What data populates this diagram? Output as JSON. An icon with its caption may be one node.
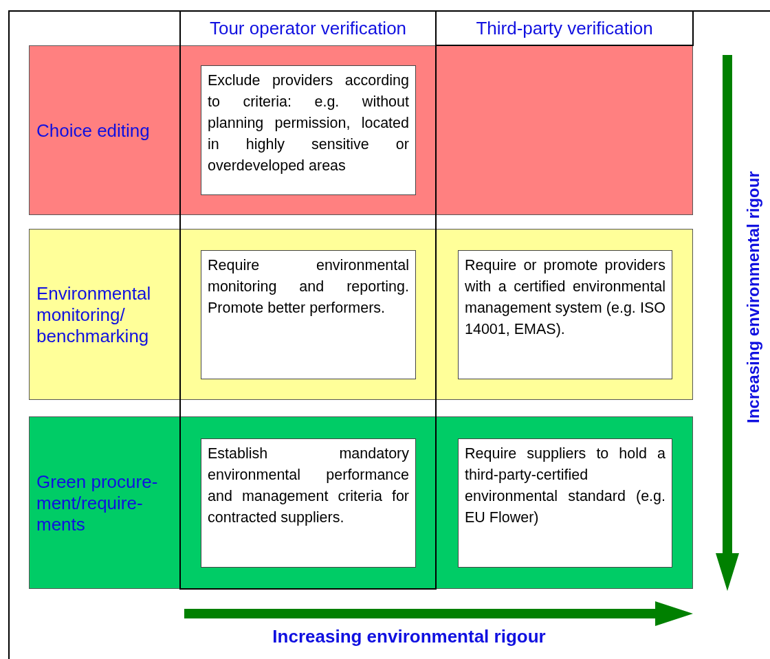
{
  "diagram": {
    "nodes": [
      {
        "text": [
          "Tour operator verification"
        ]
      },
      {
        "text": [
          "Third-party verification"
        ]
      },
      {
        "text": [
          "Choice editing"
        ]
      },
      {
        "text": [
          "Environmental monitoring/ benchmarking"
        ]
      },
      {
        "text": [
          "Green procure- ment/require- ments"
        ]
      },
      {
        "text": [
          "Exclude providers according to criteria: e.g. without planning permission, located in highly sensitive or overdeveloped areas"
        ]
      },
      {
        "text": [
          "Require environmental monitoring and reporting. Promote better performers."
        ]
      },
      {
        "text": [
          "Require or promote providers with a certified environmental management system (e.g. ISO 14001, EMAS)."
        ],
        "in": 3
      },
      {
        "text": [
          "Establish mandatory environmental performance and management criteria for contracted suppliers."
        ]
      },
      {
        "text": [
          "Require suppliers to hold a third-party-certified environmental standard (e.g. EU Flower)"
        ],
        "in": 4
      }
    ],
    "labels": [
      "Increasing environmental rigour",
      "Increasing environmental rigour"
    ]
  }
}
